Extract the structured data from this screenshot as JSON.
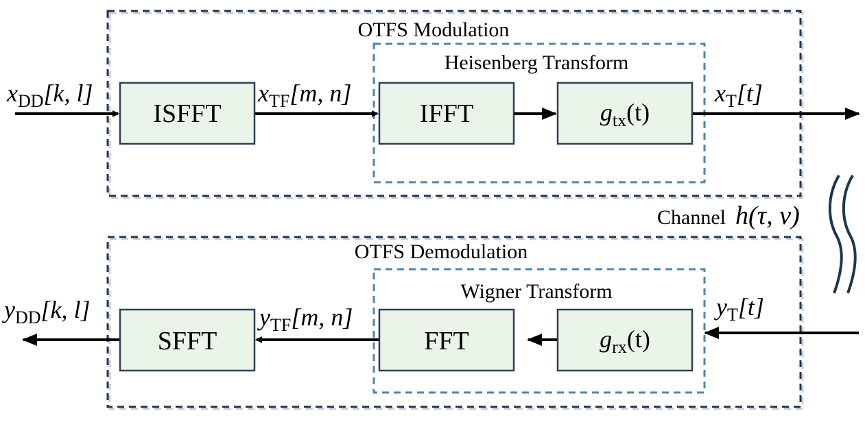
{
  "modulation": {
    "title": "OTFS Modulation",
    "inner_title": "Heisenberg Transform",
    "blocks": [
      "ISFFT",
      "IFFT",
      "g_tx(t)"
    ],
    "signals": {
      "input": {
        "base": "x",
        "sub": "DD",
        "args": "[k, l]"
      },
      "mid": {
        "base": "x",
        "sub": "TF",
        "args": "[m, n]"
      },
      "output": {
        "base": "x",
        "sub": "T",
        "args": "[t]"
      }
    },
    "tx_func": {
      "base": "g",
      "sub": "tx",
      "args": "(t)"
    }
  },
  "demodulation": {
    "title": "OTFS Demodulation",
    "inner_title": "Wigner Transform",
    "blocks": [
      "SFFT",
      "FFT",
      "g_rx(t)"
    ],
    "signals": {
      "input": {
        "base": "y",
        "sub": "T",
        "args": "[t]"
      },
      "mid": {
        "base": "y",
        "sub": "TF",
        "args": "[m, n]"
      },
      "output": {
        "base": "y",
        "sub": "DD",
        "args": "[k, l]"
      }
    },
    "rx_func": {
      "base": "g",
      "sub": "rx",
      "args": "(t)"
    }
  },
  "channel": {
    "label": "Channel",
    "symbol": "h(τ, ν)"
  },
  "colors": {
    "block_fill": "#ebf4e8",
    "block_stroke": "#2a3f5c",
    "outer_frame": "#223652",
    "inner_frame": "#4f86a8"
  }
}
